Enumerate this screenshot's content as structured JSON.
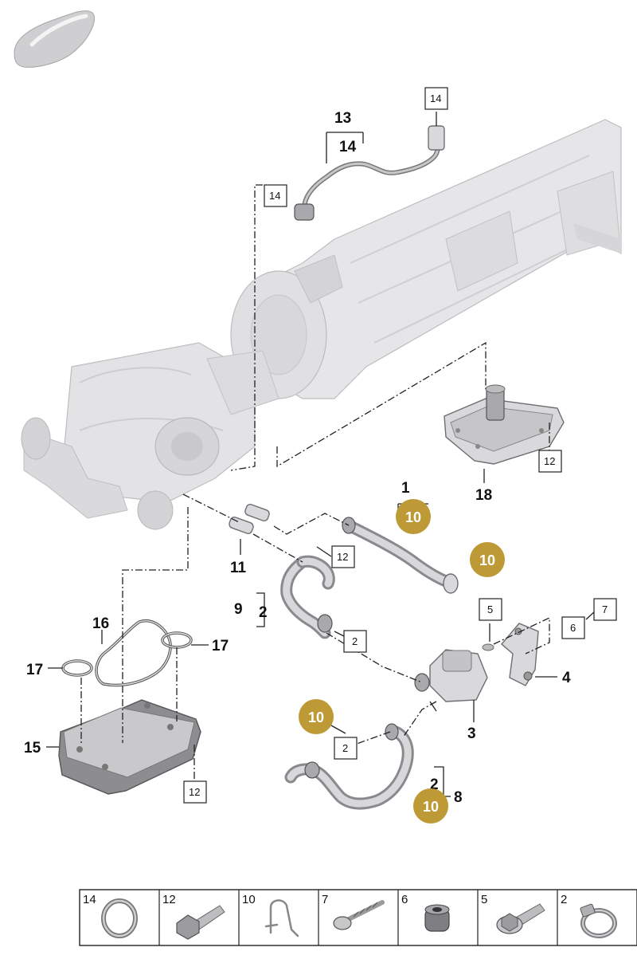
{
  "callouts": {
    "c1": "1",
    "c2": "2",
    "c3": "3",
    "c4": "4",
    "c8": "8",
    "c9": "9",
    "c11": "11",
    "c13": "13",
    "c14": "14",
    "c15": "15",
    "c16": "16",
    "c17a": "17",
    "c17b": "17",
    "c18": "18"
  },
  "boxed_refs": {
    "b14_top": "14",
    "b14_left": "14",
    "b12_valve": "12",
    "b12_mid": "12",
    "b12_bottom": "12",
    "b2_a": "2",
    "b2_b": "2",
    "b5": "5",
    "b6": "6",
    "b7": "7"
  },
  "gold_markers": [
    "10",
    "10",
    "10",
    "10"
  ],
  "legend": [
    {
      "num": "14",
      "icon": "ring-seal-icon"
    },
    {
      "num": "12",
      "icon": "hex-bolt-icon"
    },
    {
      "num": "10",
      "icon": "wire-clip-icon"
    },
    {
      "num": "7",
      "icon": "self-tapping-screw-icon"
    },
    {
      "num": "6",
      "icon": "rubber-grommet-icon"
    },
    {
      "num": "5",
      "icon": "flange-bolt-icon"
    },
    {
      "num": "2",
      "icon": "hose-clamp-icon"
    }
  ],
  "colors": {
    "marker_gold": "#bd9a36",
    "part_gray": "#d9d9dc",
    "housing_gray": "#e6e6e8"
  }
}
